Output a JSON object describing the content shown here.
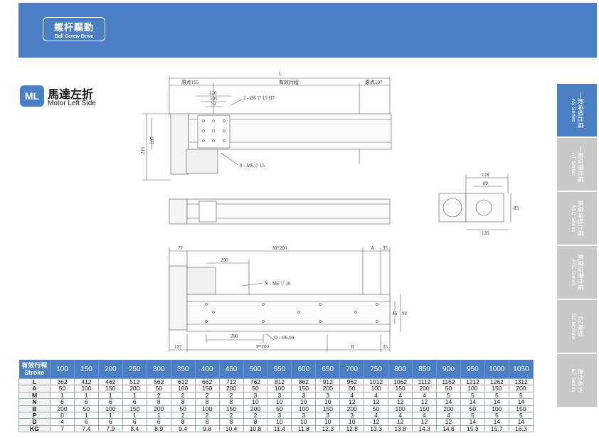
{
  "header": {
    "brand_cn": "螺杆驅動",
    "brand_en": "Ball Screw Drive"
  },
  "section": {
    "badge": "ML",
    "title_cn": "馬達左折",
    "title_en": "Motor Left Side"
  },
  "side_tabs": [
    {
      "cn": "一般導軌仕樣",
      "en": "AS Series",
      "active": true
    },
    {
      "cn": "一般皮帶仕樣",
      "en": "AT Series",
      "active": false
    },
    {
      "cn": "無塵導軌仕樣",
      "en": "ASC Series",
      "active": false
    },
    {
      "cn": "無塵皮帶仕樣",
      "en": "ATC Series",
      "active": false
    },
    {
      "cn": "DZ模組",
      "en": "DZ Module",
      "active": false
    },
    {
      "cn": "滑台系列",
      "en": "ET Series",
      "active": false
    }
  ],
  "drawing": {
    "top_L": "L",
    "origin_left": "原点155",
    "stroke_label": "有效行程",
    "origin_right": "原点107",
    "dim_120": "120",
    "dim_105": "105",
    "dim_52": "52",
    "hole_note_top": "2 - Ø6 ▽ 15 H7",
    "dim_105_v": "105",
    "dim_215": "215",
    "m6_note": "8 - M6 ▽ 15",
    "end_118": "118",
    "end_89": "89",
    "end_83": "83",
    "end_120": "120",
    "b_77": "77",
    "b_m200": "M*200",
    "b_A": "A",
    "b_35_top": "35",
    "b_200_top": "200",
    "b_nm6": "N - M6 ▽ 10",
    "b_46": "46",
    "b_94": "94",
    "b_200_bottom": "200",
    "b_dhole": "D - Ø6.60",
    "b_127": "127",
    "b_p200": "P*200",
    "b_B": "B",
    "b_35_bottom": "35"
  },
  "table": {
    "header_label_line1": "有效行程",
    "header_label_line2": "Stroke",
    "strokes": [
      "100",
      "150",
      "200",
      "250",
      "300",
      "350",
      "400",
      "450",
      "500",
      "550",
      "600",
      "650",
      "700",
      "750",
      "800",
      "850",
      "900",
      "950",
      "1000",
      "1050"
    ],
    "rows": [
      {
        "label": "L",
        "values": [
          "362",
          "412",
          "462",
          "512",
          "562",
          "612",
          "662",
          "712",
          "762",
          "812",
          "862",
          "912",
          "962",
          "1012",
          "1062",
          "1112",
          "1162",
          "1212",
          "1262",
          "1312"
        ]
      },
      {
        "label": "A",
        "values": [
          "50",
          "100",
          "150",
          "200",
          "50",
          "100",
          "150",
          "200",
          "50",
          "100",
          "150",
          "200",
          "50",
          "100",
          "150",
          "200",
          "50",
          "100",
          "150",
          "200"
        ]
      },
      {
        "label": "M",
        "values": [
          "1",
          "1",
          "1",
          "1",
          "2",
          "2",
          "2",
          "2",
          "3",
          "3",
          "3",
          "3",
          "4",
          "4",
          "4",
          "4",
          "5",
          "5",
          "5",
          "5"
        ]
      },
      {
        "label": "N",
        "values": [
          "6",
          "6",
          "6",
          "6",
          "8",
          "8",
          "8",
          "8",
          "10",
          "10",
          "10",
          "10",
          "12",
          "12",
          "12",
          "12",
          "14",
          "14",
          "14",
          "14"
        ]
      },
      {
        "label": "B",
        "values": [
          "200",
          "50",
          "100",
          "150",
          "200",
          "50",
          "100",
          "150",
          "200",
          "50",
          "100",
          "150",
          "200",
          "50",
          "100",
          "150",
          "200",
          "50",
          "100",
          "150"
        ]
      },
      {
        "label": "P",
        "values": [
          "0",
          "1",
          "1",
          "1",
          "1",
          "2",
          "2",
          "2",
          "2",
          "3",
          "3",
          "3",
          "3",
          "4",
          "4",
          "4",
          "4",
          "5",
          "5",
          "5"
        ]
      },
      {
        "label": "D",
        "values": [
          "4",
          "6",
          "6",
          "6",
          "6",
          "8",
          "8",
          "8",
          "8",
          "10",
          "10",
          "10",
          "10",
          "12",
          "12",
          "12",
          "12",
          "14",
          "14",
          "14"
        ]
      },
      {
        "label": "KG",
        "values": [
          "7",
          "7.4",
          "7.9",
          "8.4",
          "8.9",
          "9.4",
          "9.8",
          "10.4",
          "10.8",
          "11.4",
          "11.8",
          "12.3",
          "12.8",
          "13.3",
          "13.8",
          "14.3",
          "14.8",
          "15.3",
          "15.7",
          "16.3"
        ]
      }
    ]
  }
}
